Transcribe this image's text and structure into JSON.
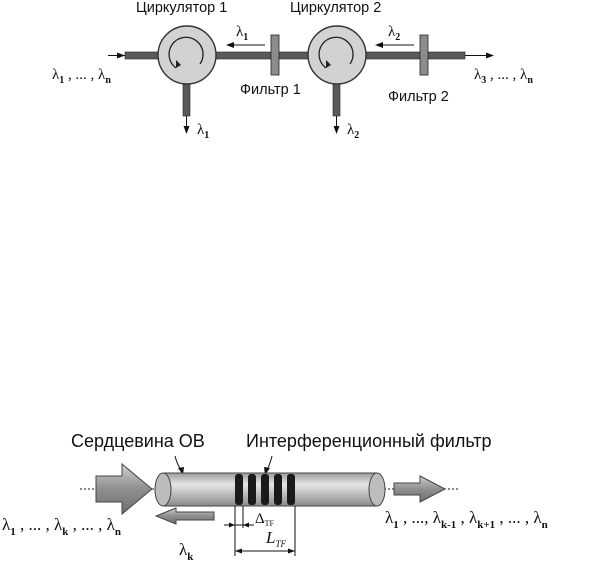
{
  "top": {
    "circulator1_label": "Циркулятор 1",
    "circulator2_label": "Циркулятор 2",
    "filter1_label": "Фильтр 1",
    "filter2_label": "Фильтр 2",
    "input": {
      "main": "λ",
      "s1": "1",
      "mid": " , ... , λ",
      "s2": "n"
    },
    "output": {
      "main": "λ",
      "s1": "3",
      "mid": " , ... , λ",
      "s2": "n"
    },
    "reflect1": {
      "main": "λ",
      "sub": "1"
    },
    "reflect2": {
      "main": "λ",
      "sub": "2"
    },
    "drop1": {
      "main": "λ",
      "sub": "1"
    },
    "drop2": {
      "main": "λ",
      "sub": "2"
    }
  },
  "bottom": {
    "core_label": "Сердцевина ОВ",
    "filter_label": "Интерференционный фильтр",
    "input": {
      "a": "λ",
      "a_s": "1",
      "b": " , ... , λ",
      "b_s": "k",
      "c": " , ... , λ",
      "c_s": "n"
    },
    "reflected": {
      "main": "λ",
      "sub": "k"
    },
    "output": {
      "a": "λ",
      "a_s": "1",
      "b": " , ..., λ",
      "b_s": "k-1",
      "c": " , λ",
      "c_s": "k+1",
      "d": " , ... , λ",
      "d_s": "n"
    },
    "delta": {
      "main": "Δ",
      "sub": "TF"
    },
    "length": {
      "main": "L",
      "sub": "TF"
    }
  },
  "colors": {
    "fiber": "#5a5a5a",
    "circulator_fill": "#d2d2d2",
    "arrow_fill": "#9a9a9a",
    "line": "#111111"
  }
}
